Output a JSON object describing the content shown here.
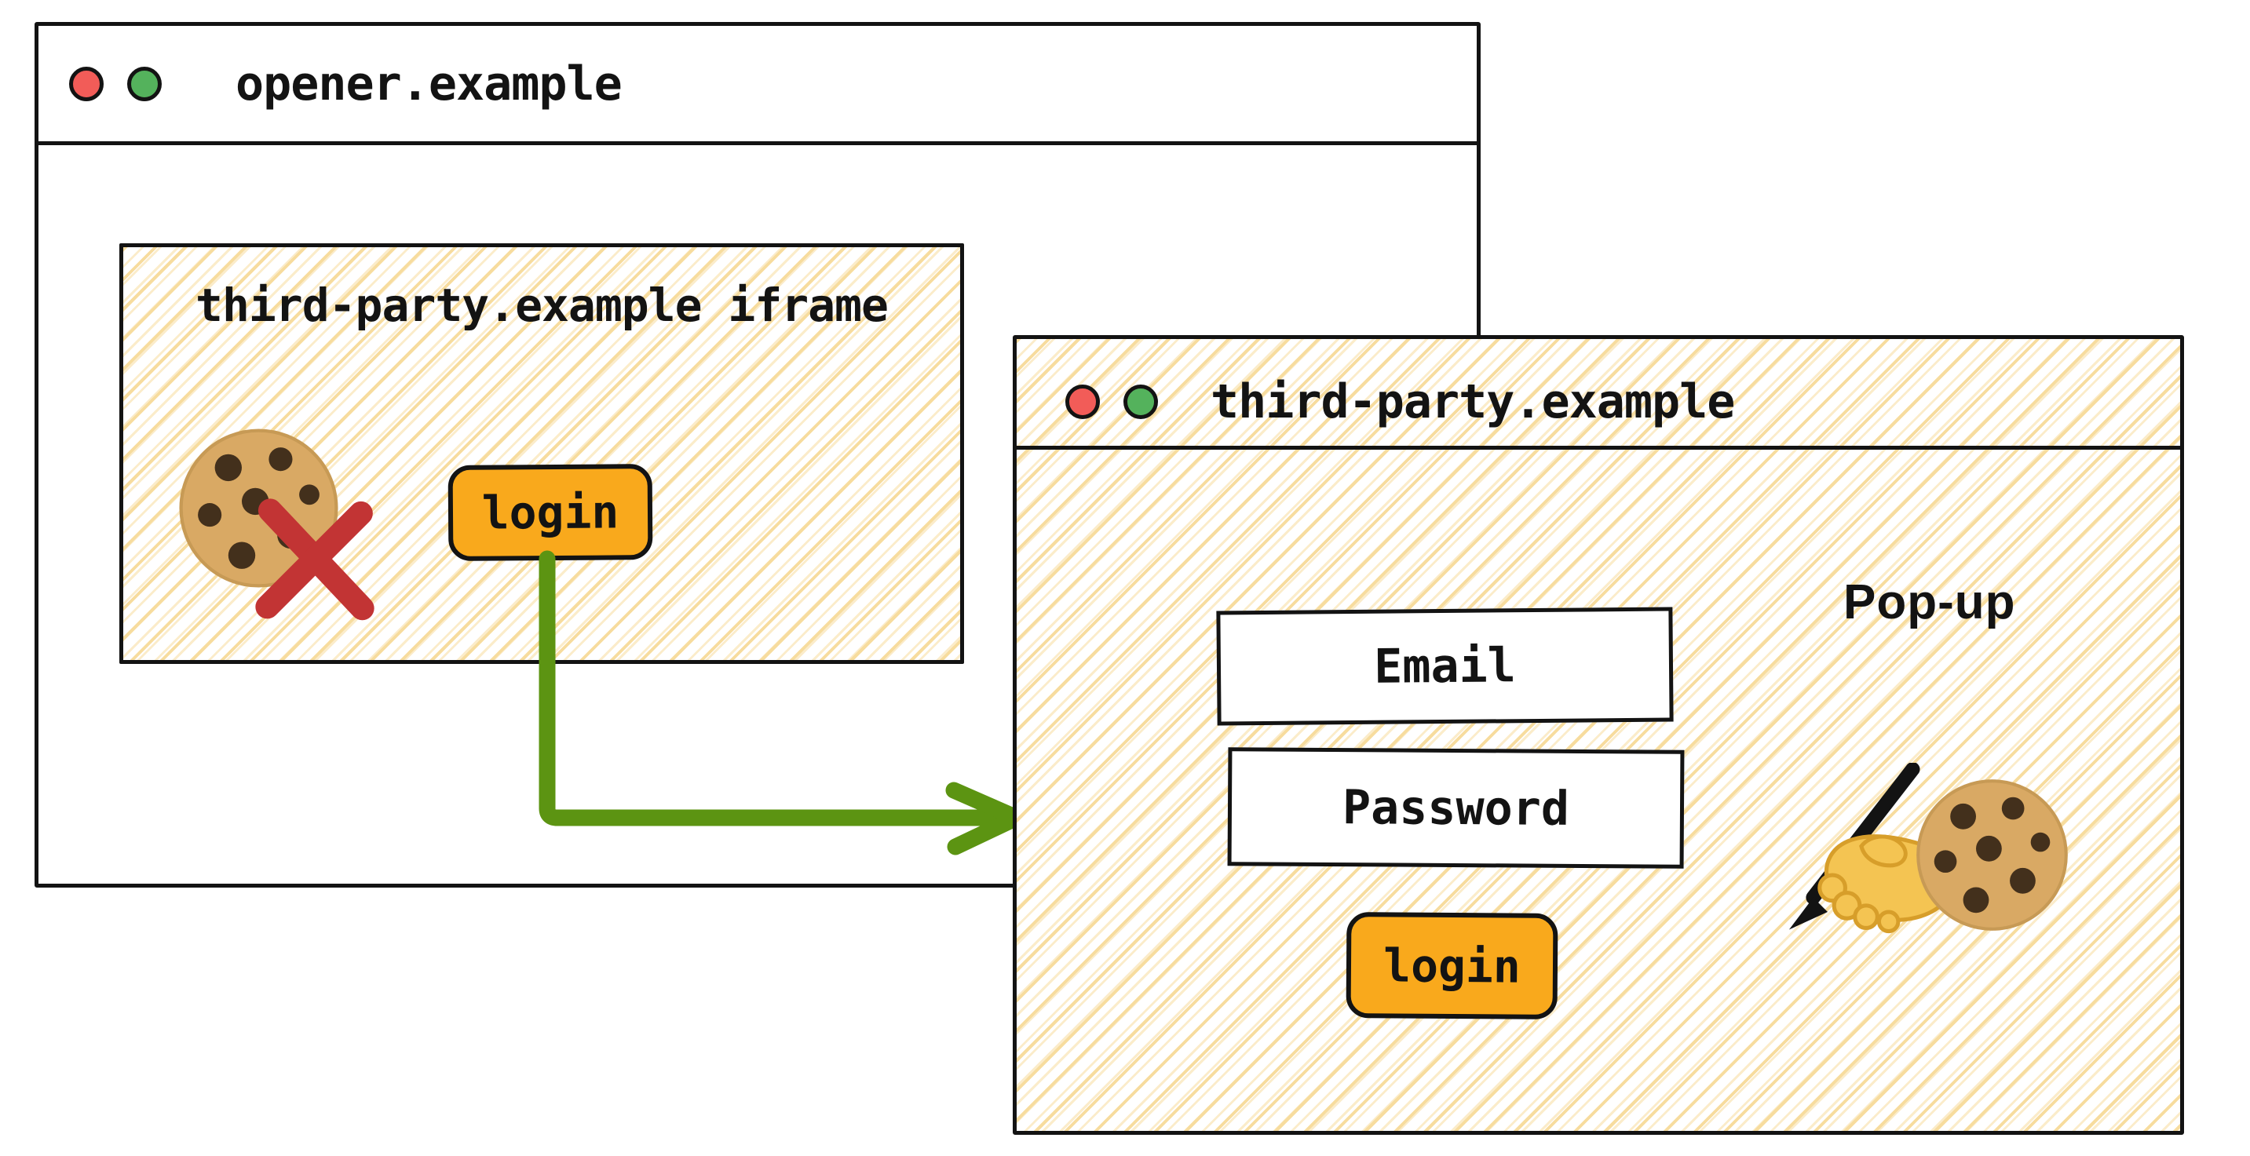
{
  "colors": {
    "ink": "#131313",
    "orange": "#F9A91C",
    "arrow_green": "#5C9412",
    "cross_red": "#C23434",
    "traffic_red": "#F25C58",
    "traffic_green": "#54B25C",
    "hatch_strong": "#F7DC9E",
    "hatch_soft": "#FBECCA",
    "hand_yellow": "#F4C452",
    "hand_outline": "#D79E2A",
    "cookie_base": "#D9A964",
    "cookie_edge": "#C79A55",
    "cookie_chip": "#43301C"
  },
  "opener": {
    "title": "opener.example",
    "iframe": {
      "label": "third-party.example iframe",
      "login_label": "login"
    }
  },
  "popup": {
    "title": "third-party.example",
    "annotation": "Pop-up",
    "fields": {
      "email_label": "Email",
      "password_label": "Password"
    },
    "login_label": "login"
  },
  "icons": {
    "iframe": [
      "cookie-icon",
      "red-x-icon"
    ],
    "popup": [
      "writing-hand-icon",
      "cookie-icon"
    ]
  }
}
